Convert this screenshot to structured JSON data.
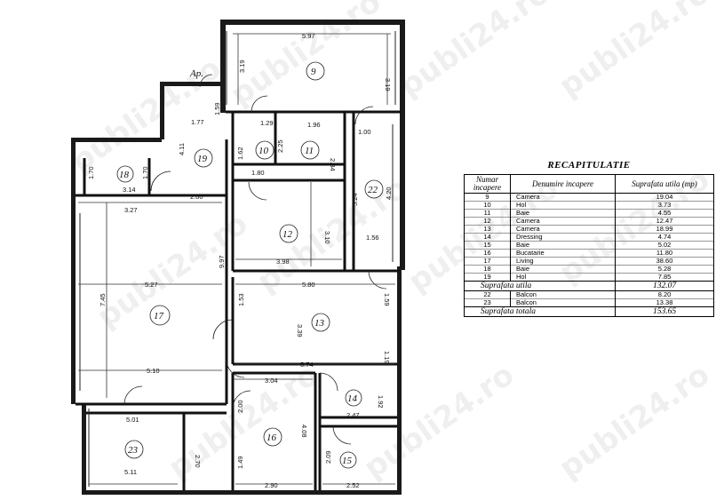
{
  "watermark": "publi24.ro",
  "entrance_label": "Ap.",
  "rooms": [
    "9",
    "10",
    "11",
    "12",
    "13",
    "14",
    "15",
    "16",
    "17",
    "18",
    "19",
    "22",
    "23"
  ],
  "dimensions": {
    "d597": "5.97",
    "d319a": "3.19",
    "d319b": "3.19",
    "d159": "1.59",
    "d177": "1.77",
    "d411": "4.11",
    "d129": "1.29",
    "d196": "1.96",
    "d225": "2.25",
    "d234": "2.34",
    "d162": "1.62",
    "d180": "1.80",
    "d100": "1.00",
    "d170a": "1.70",
    "d170b": "1.70",
    "d314": "3.14",
    "d200a": "2.00",
    "d327": "3.27",
    "d524": "5.24",
    "d420": "4.20",
    "d310": "3.10",
    "d156": "1.56",
    "d398": "3.98",
    "d997": "9.97",
    "d527": "5.27",
    "d745": "7.45",
    "d580": "5.80",
    "d153": "1.53",
    "d339": "3.39",
    "d159b": "1.59",
    "d574": "5.74",
    "d119": "1.19",
    "d510": "5.10",
    "d304": "3.04",
    "d192": "1.92",
    "d200b": "2.00",
    "d408": "4.08",
    "d247": "2.47",
    "d501": "5.01",
    "d270": "2.70",
    "d209": "2.09",
    "d149": "1.49",
    "d511": "5.11",
    "d290": "2.90",
    "d252": "2.52"
  },
  "recap": {
    "title": "RECAPITULATIE",
    "headers": [
      "Numar incapere",
      "Denumire incapere",
      "Suprafata utila (mp)"
    ],
    "rows": [
      {
        "no": "9",
        "name": "Camera",
        "area": "19.04"
      },
      {
        "no": "10",
        "name": "Hol",
        "area": "3.73"
      },
      {
        "no": "11",
        "name": "Baie",
        "area": "4.55"
      },
      {
        "no": "12",
        "name": "Camera",
        "area": "12.47"
      },
      {
        "no": "13",
        "name": "Camera",
        "area": "18.99"
      },
      {
        "no": "14",
        "name": "Dressing",
        "area": "4.74"
      },
      {
        "no": "15",
        "name": "Baie",
        "area": "5.02"
      },
      {
        "no": "16",
        "name": "Bucatarie",
        "area": "11.80"
      },
      {
        "no": "17",
        "name": "Living",
        "area": "38.60"
      },
      {
        "no": "18",
        "name": "Baie",
        "area": "5.28"
      },
      {
        "no": "19",
        "name": "Hol",
        "area": "7.85"
      }
    ],
    "useful_label": "Suprafata utila",
    "useful_value": "132.07",
    "balconies": [
      {
        "no": "22",
        "name": "Balcon",
        "area": "8.20"
      },
      {
        "no": "23",
        "name": "Balcon",
        "area": "13.38"
      }
    ],
    "total_label": "Suprafata totala",
    "total_value": "153.65"
  }
}
